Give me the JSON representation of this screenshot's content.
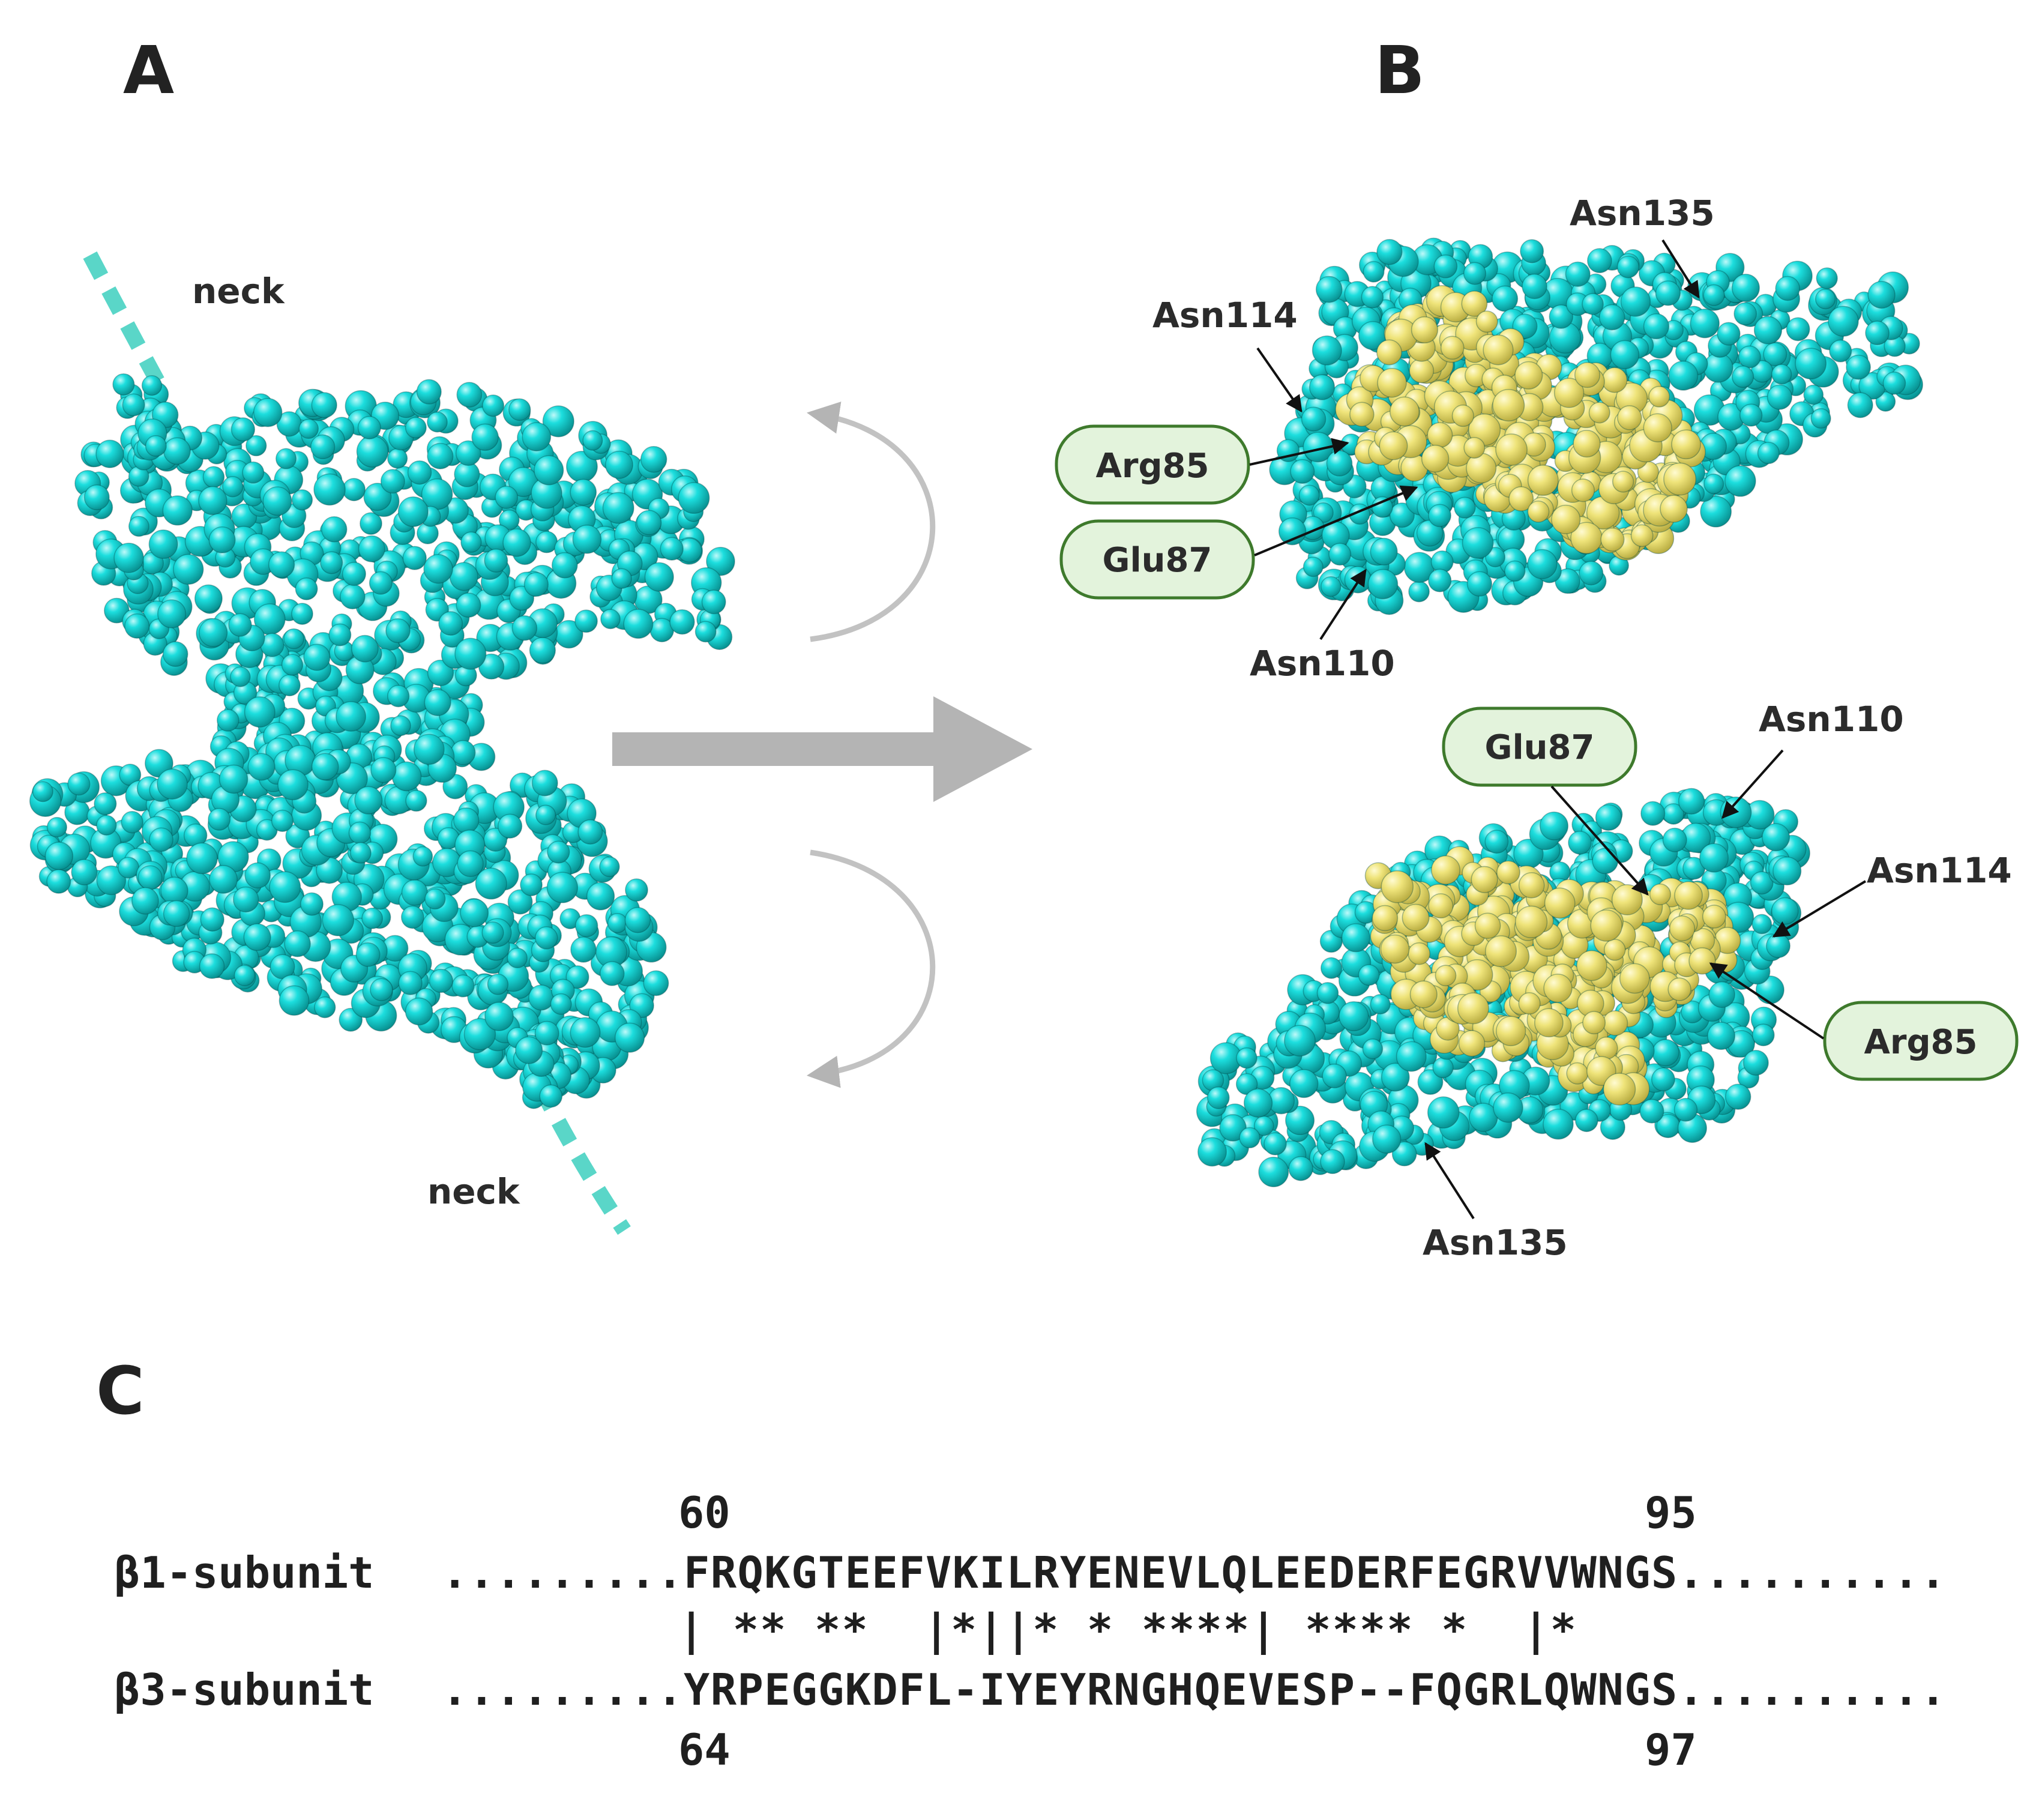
{
  "panels": {
    "a": {
      "letter": "A",
      "neck_top": "neck",
      "neck_bottom": "neck"
    },
    "b": {
      "letter": "B",
      "top": {
        "asn135": "Asn135",
        "asn114": "Asn114",
        "asn110": "Asn110",
        "arg85": "Arg85",
        "glu87": "Glu87"
      },
      "bottom": {
        "asn110": "Asn110",
        "asn114": "Asn114",
        "asn135": "Asn135",
        "arg85": "Arg85",
        "glu87": "Glu87"
      }
    },
    "c": {
      "letter": "C",
      "alignment": {
        "top_start": "60",
        "top_end": "95",
        "beta1_name": "β1-subunit",
        "beta1_line": ".........FRQKGTEEFVKILRYENEVLQLEEDERFEGRVVWNGS..........",
        "match_line": "| ** **  |*||* * ****| **** *  |*",
        "beta3_name": "β3-subunit",
        "beta3_line": ".........YRPEGGKDFL-IYEYRNGHQEVESP--FQGRLQWNGS..........",
        "bottom_start": "64",
        "bottom_end": "97"
      }
    }
  },
  "colors": {
    "protein": "#16d2d2",
    "protein_shade": "#0a9c9c",
    "binding_site": "#efe47a",
    "binding_shade": "#c7bb4c",
    "pill_fill": "#e3f3dc",
    "pill_stroke": "#3e7a2c",
    "arrow_gray": "#b4b4b4",
    "neck_color": "#5ad6c8"
  }
}
